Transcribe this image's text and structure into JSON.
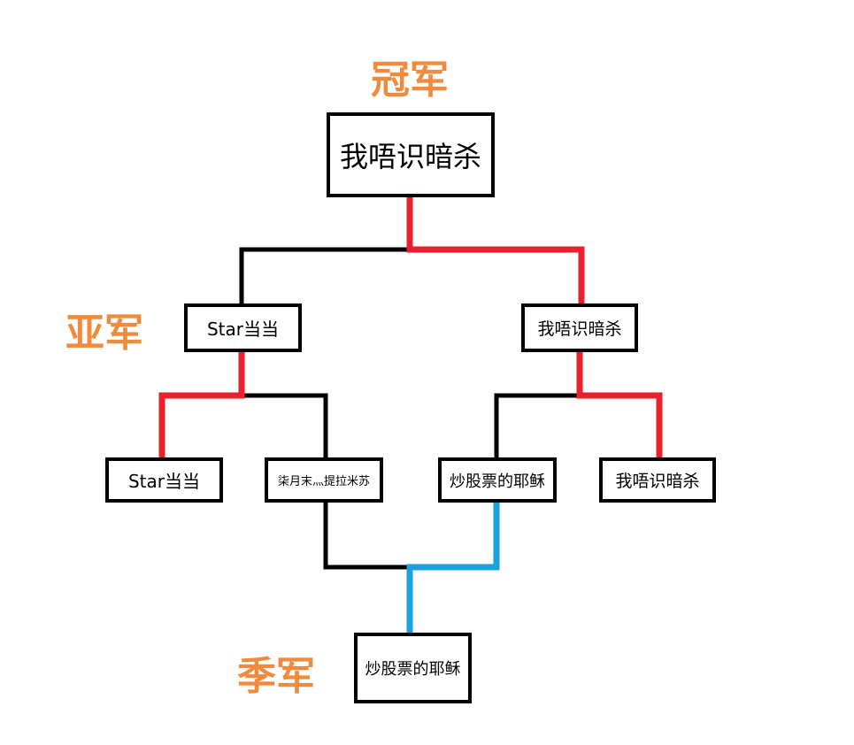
{
  "colors": {
    "winner_path": "#e8212c",
    "third_place_path": "#1ba0e0",
    "line": "#000000",
    "label": "#f08a3c"
  },
  "labels": {
    "champion": "冠军",
    "runner_up": "亚军",
    "third_place": "季军"
  },
  "nodes": {
    "final_winner": "我唔识暗杀",
    "semi_left": "Star当当",
    "semi_right": "我唔识暗杀",
    "r1_a": "Star当当",
    "r1_b": "柒月末灬提拉米苏",
    "r1_c": "炒股票的耶稣",
    "r1_d": "我唔识暗杀",
    "third_place_winner": "炒股票的耶稣"
  }
}
